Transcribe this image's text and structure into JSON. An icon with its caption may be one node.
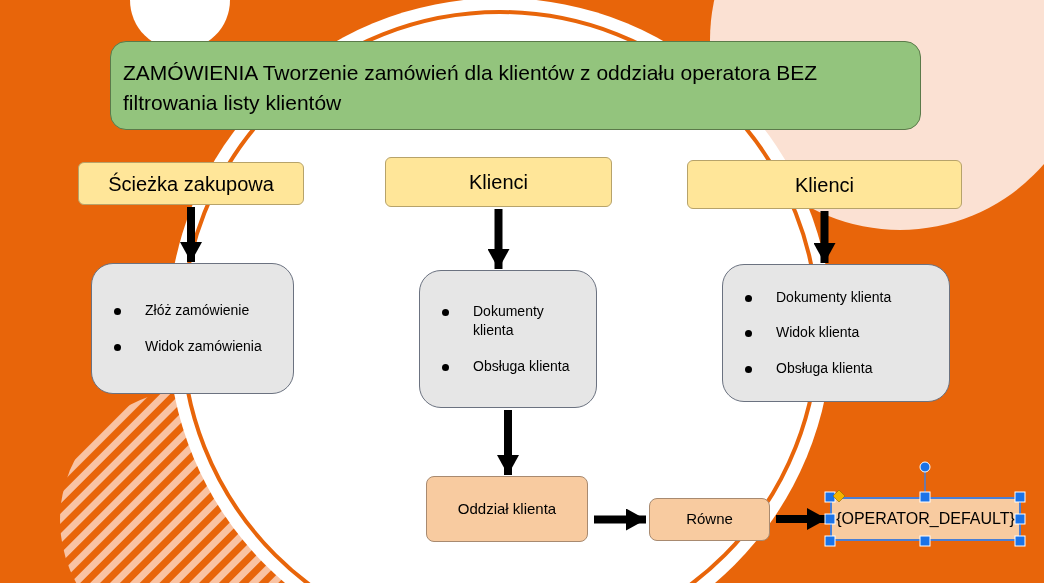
{
  "diagram": {
    "nodes": [
      {
        "text": [
          "ZAMÓWIENIA Tworzenie zamówień dla klientów z oddziału operatora BEZ filtrowania listy klientów"
        ]
      },
      {
        "text": [
          "Ścieżka zakupowa"
        ]
      },
      {
        "text": [
          "Klienci"
        ]
      },
      {
        "text": [
          "Klienci"
        ]
      },
      {
        "text": [
          "Złóż zamówienie",
          "Widok zamówienia"
        ]
      },
      {
        "text": [
          "Dokumenty klienta",
          "Obsługa klienta"
        ]
      },
      {
        "text": [
          "Dokumenty klienta",
          "Widok klienta",
          "Obsługa klienta"
        ]
      },
      {
        "text": [
          "Oddział klienta"
        ]
      },
      {
        "text": [
          "Równe"
        ]
      },
      {
        "text": [
          "{OPERATOR_DEFAULT}"
        ]
      }
    ],
    "edges": [
      {
        "from": 1,
        "to": 4,
        "arrow": "to"
      },
      {
        "from": 2,
        "to": 5,
        "arrow": "to"
      },
      {
        "from": 3,
        "to": 6,
        "arrow": "to"
      },
      {
        "from": 5,
        "to": 7,
        "arrow": "to"
      },
      {
        "from": 7,
        "to": 8,
        "arrow": "to"
      },
      {
        "from": 8,
        "to": 9,
        "arrow": "to"
      }
    ]
  }
}
